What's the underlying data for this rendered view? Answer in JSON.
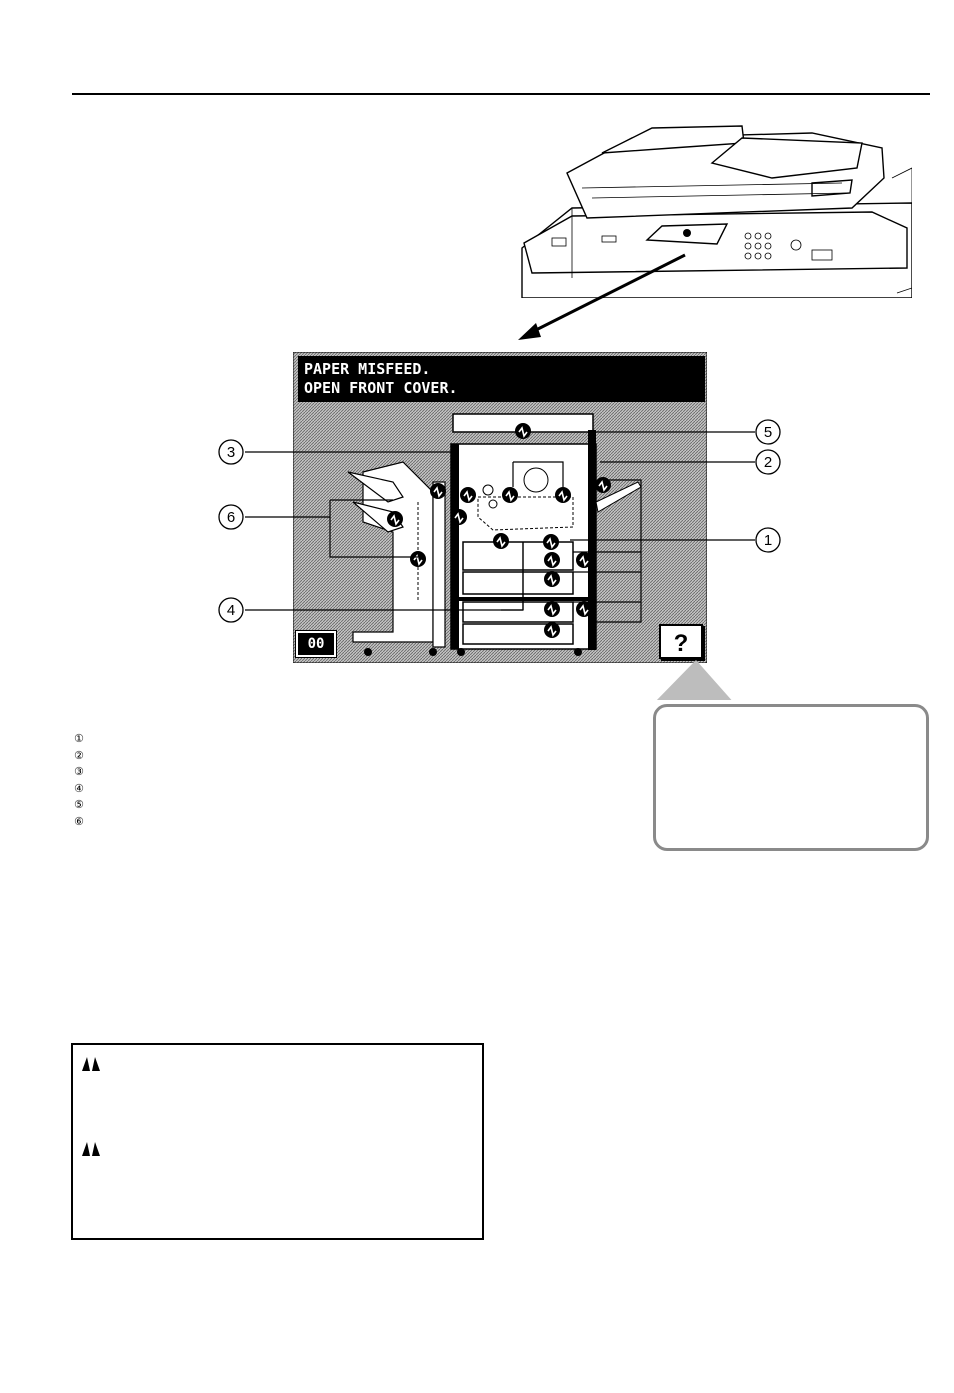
{
  "screen": {
    "message_line1": "PAPER MISFEED.",
    "message_line2": "OPEN FRONT COVER.",
    "counter": "00",
    "help_label": "?"
  },
  "diagram_callouts": {
    "c1": "1",
    "c2": "2",
    "c3": "3",
    "c4": "4",
    "c5": "5",
    "c6": "6"
  },
  "legend": {
    "items": [
      "①",
      "②",
      "③",
      "④",
      "⑤",
      "⑥"
    ]
  },
  "warning_box": {
    "icon1": "warning-caution-icon",
    "icon2": "warning-caution-icon"
  },
  "colors": {
    "screen_background": "#b0b0b0",
    "callout_border": "#8a8a8a"
  }
}
